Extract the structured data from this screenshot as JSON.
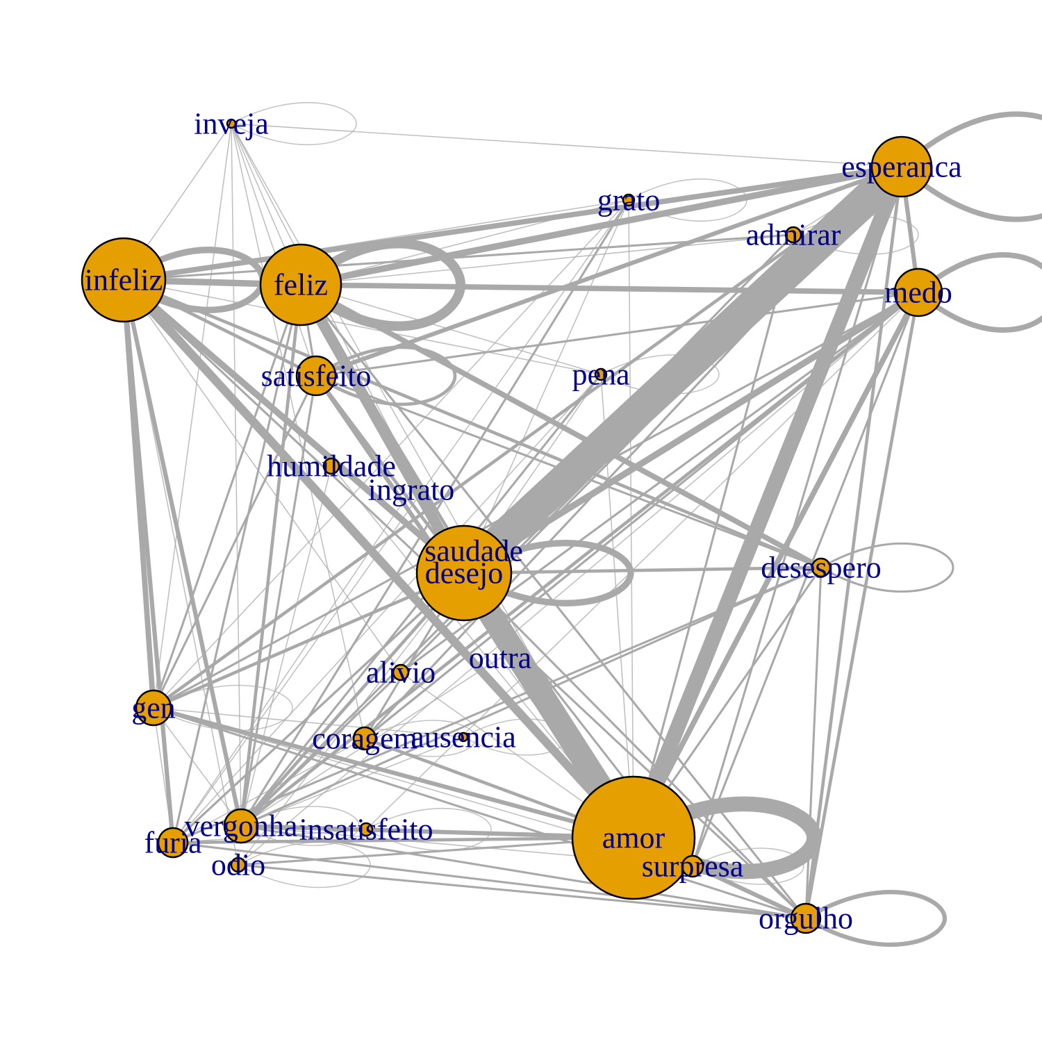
{
  "colors": {
    "edge": "#a9a9a9",
    "node_fill": "#e69f00",
    "node_stroke": "#000000",
    "label": "#00008b",
    "background": "#ffffff"
  },
  "nodes": [
    {
      "id": "inveja",
      "label": "inveja",
      "weight": 1
    },
    {
      "id": "esperanca",
      "label": "esperanca",
      "weight": 7
    },
    {
      "id": "grato",
      "label": "grato",
      "weight": 1
    },
    {
      "id": "admirar",
      "label": "admirar",
      "weight": 1
    },
    {
      "id": "infeliz",
      "label": "infeliz",
      "weight": 10
    },
    {
      "id": "feliz",
      "label": "feliz",
      "weight": 9
    },
    {
      "id": "medo",
      "label": "medo",
      "weight": 5
    },
    {
      "id": "satisfeito",
      "label": "satisfeito",
      "weight": 3
    },
    {
      "id": "pena",
      "label": "pena",
      "weight": 1
    },
    {
      "id": "humildade",
      "label": "humildade",
      "weight": 1
    },
    {
      "id": "ingrato",
      "label": "ingrato",
      "weight": 0
    },
    {
      "id": "saudade",
      "label": "saudade",
      "weight": 0
    },
    {
      "id": "desejo",
      "label": "desejo",
      "weight": 12
    },
    {
      "id": "desespero",
      "label": "desespero",
      "weight": 2
    },
    {
      "id": "outra",
      "label": "outra",
      "weight": 0
    },
    {
      "id": "alivio",
      "label": "alivio",
      "weight": 1
    },
    {
      "id": "gen",
      "label": "gen",
      "weight": 3
    },
    {
      "id": "coragem",
      "label": "coragem",
      "weight": 2
    },
    {
      "id": "ausencia",
      "label": "ausencia",
      "weight": 0
    },
    {
      "id": "vergonha",
      "label": "vergonha",
      "weight": 4
    },
    {
      "id": "furia",
      "label": "furia",
      "weight": 3
    },
    {
      "id": "insatisfeito",
      "label": "insatisfeito",
      "weight": 1
    },
    {
      "id": "odio",
      "label": "odio",
      "weight": 1
    },
    {
      "id": "amor",
      "label": "amor",
      "weight": 15
    },
    {
      "id": "surpresa",
      "label": "surpresa",
      "weight": 2
    },
    {
      "id": "orgulho",
      "label": "orgulho",
      "weight": 3
    }
  ],
  "edges": [
    {
      "s": "desejo",
      "t": "esperanca",
      "w": 30
    },
    {
      "s": "amor",
      "t": "esperanca",
      "w": 14
    },
    {
      "s": "desejo",
      "t": "amor",
      "w": 22
    },
    {
      "s": "infeliz",
      "t": "amor",
      "w": 8
    },
    {
      "s": "feliz",
      "t": "desejo",
      "w": 10
    },
    {
      "s": "infeliz",
      "t": "feliz",
      "w": 6
    },
    {
      "s": "feliz",
      "t": "esperanca",
      "w": 6
    },
    {
      "s": "infeliz",
      "t": "esperanca",
      "w": 5
    },
    {
      "s": "feliz",
      "t": "medo",
      "w": 5
    },
    {
      "s": "infeliz",
      "t": "desejo",
      "w": 6
    },
    {
      "s": "feliz",
      "t": "desespero",
      "w": 5
    },
    {
      "s": "desejo",
      "t": "medo",
      "w": 6
    },
    {
      "s": "medo",
      "t": "esperanca",
      "w": 4
    },
    {
      "s": "amor",
      "t": "medo",
      "w": 5
    },
    {
      "s": "satisfeito",
      "t": "amor",
      "w": 4
    },
    {
      "s": "satisfeito",
      "t": "esperanca",
      "w": 4
    },
    {
      "s": "infeliz",
      "t": "gen",
      "w": 5
    },
    {
      "s": "infeliz",
      "t": "furia",
      "w": 4
    },
    {
      "s": "infeliz",
      "t": "vergonha",
      "w": 4
    },
    {
      "s": "feliz",
      "t": "vergonha",
      "w": 3
    },
    {
      "s": "gen",
      "t": "amor",
      "w": 4
    },
    {
      "s": "furia",
      "t": "amor",
      "w": 3
    },
    {
      "s": "vergonha",
      "t": "amor",
      "w": 4
    },
    {
      "s": "amor",
      "t": "orgulho",
      "w": 4
    },
    {
      "s": "desejo",
      "t": "desespero",
      "w": 3
    },
    {
      "s": "infeliz",
      "t": "desespero",
      "w": 3
    },
    {
      "s": "esperanca",
      "t": "orgulho",
      "w": 3
    },
    {
      "s": "medo",
      "t": "orgulho",
      "w": 3
    },
    {
      "s": "satisfeito",
      "t": "desejo",
      "w": 3
    },
    {
      "s": "feliz",
      "t": "amor",
      "w": 3
    },
    {
      "s": "infeliz",
      "t": "satisfeito",
      "w": 3
    },
    {
      "s": "amor",
      "t": "surpresa",
      "w": 3
    },
    {
      "s": "desejo",
      "t": "vergonha",
      "w": 3
    },
    {
      "s": "desejo",
      "t": "gen",
      "w": 3
    },
    {
      "s": "coragem",
      "t": "amor",
      "w": 3
    },
    {
      "s": "insatisfeito",
      "t": "amor",
      "w": 3
    },
    {
      "s": "esperanca",
      "t": "gen",
      "w": 3
    },
    {
      "s": "medo",
      "t": "vergonha",
      "w": 3
    },
    {
      "s": "esperanca",
      "t": "vergonha",
      "w": 2
    },
    {
      "s": "medo",
      "t": "gen",
      "w": 2
    },
    {
      "s": "feliz",
      "t": "gen",
      "w": 2
    },
    {
      "s": "feliz",
      "t": "furia",
      "w": 2
    },
    {
      "s": "satisfeito",
      "t": "vergonha",
      "w": 2
    },
    {
      "s": "satisfeito",
      "t": "gen",
      "w": 2
    },
    {
      "s": "admirar",
      "t": "desejo",
      "w": 2
    },
    {
      "s": "admirar",
      "t": "infeliz",
      "w": 2
    },
    {
      "s": "admirar",
      "t": "amor",
      "w": 2
    },
    {
      "s": "feliz",
      "t": "orgulho",
      "w": 2
    },
    {
      "s": "infeliz",
      "t": "orgulho",
      "w": 2
    },
    {
      "s": "desespero",
      "t": "amor",
      "w": 2
    },
    {
      "s": "desespero",
      "t": "orgulho",
      "w": 2
    },
    {
      "s": "desespero",
      "t": "vergonha",
      "w": 2
    },
    {
      "s": "desespero",
      "t": "furia",
      "w": 2
    },
    {
      "s": "furia",
      "t": "orgulho",
      "w": 2
    },
    {
      "s": "vergonha",
      "t": "orgulho",
      "w": 2
    },
    {
      "s": "gen",
      "t": "orgulho",
      "w": 2
    },
    {
      "s": "odio",
      "t": "amor",
      "w": 2
    },
    {
      "s": "odio",
      "t": "orgulho",
      "w": 2
    },
    {
      "s": "coragem",
      "t": "esperanca",
      "w": 2
    },
    {
      "s": "coragem",
      "t": "medo",
      "w": 2
    },
    {
      "s": "alivio",
      "t": "esperanca",
      "w": 2
    },
    {
      "s": "alivio",
      "t": "medo",
      "w": 2
    },
    {
      "s": "alivio",
      "t": "vergonha",
      "w": 2
    },
    {
      "s": "pena",
      "t": "vergonha",
      "w": 2
    },
    {
      "s": "pena",
      "t": "amor",
      "w": 1
    },
    {
      "s": "pena",
      "t": "furia",
      "w": 1
    },
    {
      "s": "grato",
      "t": "vergonha",
      "w": 2
    },
    {
      "s": "grato",
      "t": "furia",
      "w": 1
    },
    {
      "s": "grato",
      "t": "gen",
      "w": 1
    },
    {
      "s": "grato",
      "t": "amor",
      "w": 1
    },
    {
      "s": "grato",
      "t": "infeliz",
      "w": 1
    },
    {
      "s": "medo",
      "t": "coragem",
      "w": 2
    },
    {
      "s": "medo",
      "t": "insatisfeito",
      "w": 1
    },
    {
      "s": "esperanca",
      "t": "furia",
      "w": 2
    },
    {
      "s": "humildade",
      "t": "amor",
      "w": 1
    },
    {
      "s": "humildade",
      "t": "vergonha",
      "w": 1
    },
    {
      "s": "ingrato",
      "t": "amor",
      "w": 1
    },
    {
      "s": "ingrato",
      "t": "furia",
      "w": 1
    },
    {
      "s": "outra",
      "t": "vergonha",
      "w": 1
    },
    {
      "s": "outra",
      "t": "amor",
      "w": 1
    },
    {
      "s": "ausencia",
      "t": "gen",
      "w": 1
    },
    {
      "s": "ausencia",
      "t": "vergonha",
      "w": 1
    },
    {
      "s": "insatisfeito",
      "t": "vergonha",
      "w": 1
    },
    {
      "s": "insatisfeito",
      "t": "furia",
      "w": 1
    },
    {
      "s": "inveja",
      "t": "esperanca",
      "w": 1
    },
    {
      "s": "inveja",
      "t": "infeliz",
      "w": 1
    },
    {
      "s": "inveja",
      "t": "feliz",
      "w": 1
    },
    {
      "s": "inveja",
      "t": "satisfeito",
      "w": 1
    },
    {
      "s": "inveja",
      "t": "desejo",
      "w": 1
    },
    {
      "s": "inveja",
      "t": "amor",
      "w": 1
    },
    {
      "s": "inveja",
      "t": "vergonha",
      "w": 1
    },
    {
      "s": "inveja",
      "t": "gen",
      "w": 1
    },
    {
      "s": "inveja",
      "t": "coragem",
      "w": 1
    },
    {
      "s": "surpresa",
      "t": "orgulho",
      "w": 2
    },
    {
      "s": "surpresa",
      "t": "desejo",
      "w": 2
    },
    {
      "s": "surpresa",
      "t": "vergonha",
      "w": 1
    },
    {
      "s": "surpresa",
      "t": "gen",
      "w": 1
    },
    {
      "s": "surpresa",
      "t": "esperanca",
      "w": 2
    },
    {
      "s": "surpresa",
      "t": "medo",
      "w": 2
    },
    {
      "s": "coragem",
      "t": "desejo",
      "w": 2
    },
    {
      "s": "coragem",
      "t": "furia",
      "w": 1
    },
    {
      "s": "satisfeito",
      "t": "desespero",
      "w": 2
    },
    {
      "s": "satisfeito",
      "t": "medo",
      "w": 2
    },
    {
      "s": "gen",
      "t": "vergonha",
      "w": 1
    },
    {
      "s": "gen",
      "t": "furia",
      "w": 1
    },
    {
      "s": "feliz",
      "t": "satisfeito",
      "w": 2
    },
    {
      "s": "alivio",
      "t": "infeliz",
      "w": 1
    },
    {
      "s": "alivio",
      "t": "amor",
      "w": 1
    },
    {
      "s": "pena",
      "t": "infeliz",
      "w": 1
    },
    {
      "s": "pena",
      "t": "feliz",
      "w": 1
    },
    {
      "s": "pena",
      "t": "desejo",
      "w": 1
    },
    {
      "s": "grato",
      "t": "feliz",
      "w": 1
    },
    {
      "s": "grato",
      "t": "desejo",
      "w": 1
    },
    {
      "s": "desejo",
      "t": "orgulho",
      "w": 2
    },
    {
      "s": "desejo",
      "t": "furia",
      "w": 2
    },
    {
      "s": "desejo",
      "t": "coragem",
      "w": 1
    },
    {
      "s": "odio",
      "t": "desejo",
      "w": 1
    },
    {
      "s": "odio",
      "t": "infeliz",
      "w": 1
    },
    {
      "s": "odio",
      "t": "medo",
      "w": 1
    },
    {
      "s": "vergonha",
      "t": "insatisfeito",
      "w": 1
    },
    {
      "s": "admirar",
      "t": "esperanca",
      "w": 1
    },
    {
      "s": "admirar",
      "t": "feliz",
      "w": 1
    }
  ],
  "self_loops": [
    {
      "node": "esperanca",
      "w": 5
    },
    {
      "node": "medo",
      "w": 5
    },
    {
      "node": "feliz",
      "w": 9
    },
    {
      "node": "infeliz",
      "w": 6
    },
    {
      "node": "amor",
      "w": 14
    },
    {
      "node": "desejo",
      "w": 6
    },
    {
      "node": "satisfeito",
      "w": 3
    },
    {
      "node": "desespero",
      "w": 2
    },
    {
      "node": "orgulho",
      "w": 4
    },
    {
      "node": "gen",
      "w": 1
    },
    {
      "node": "odio",
      "w": 1
    },
    {
      "node": "inveja",
      "w": 1
    },
    {
      "node": "grato",
      "w": 1
    },
    {
      "node": "admirar",
      "w": 1
    },
    {
      "node": "pena",
      "w": 1
    },
    {
      "node": "vergonha",
      "w": 1
    },
    {
      "node": "insatisfeito",
      "w": 1
    },
    {
      "node": "ausencia",
      "w": 1
    },
    {
      "node": "coragem",
      "w": 1
    },
    {
      "node": "surpresa",
      "w": 1
    }
  ]
}
